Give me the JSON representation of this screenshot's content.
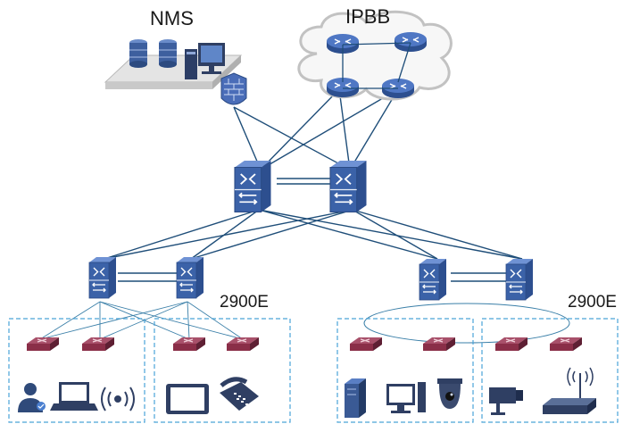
{
  "labels": {
    "nms": "NMS",
    "ipbb": "IPBB",
    "switch_group_left": "2900E",
    "switch_group_right": "2900E"
  },
  "colors": {
    "link": "#1f4e79",
    "switch_face": "#3b62a8",
    "switch_top": "#5a80c8",
    "router_body": "#3d62b0",
    "access_router": "#8a2e48",
    "firewall": "#4a6db8",
    "cloud_outline": "#c0c0c0",
    "group_border": "#4aa3d8"
  },
  "icons": {
    "nms_station": "server-workstation-icon",
    "firewall": "firewall-icon",
    "core_switch": "core-switch-icon",
    "aggregation_switch": "aggregation-switch-icon",
    "ipbb_router": "router-icon",
    "access_router": "access-router-icon",
    "end_devices": [
      "user-icon",
      "laptop-icon",
      "wireless-icon",
      "tablet-icon",
      "phone-icon",
      "server-icon",
      "desktop-icon",
      "dome-camera-icon",
      "camera-icon",
      "wireless-router-icon"
    ]
  }
}
